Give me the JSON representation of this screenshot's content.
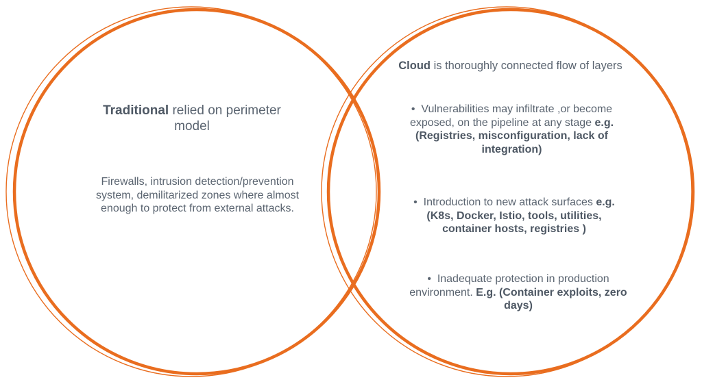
{
  "colors": {
    "ring": "#e96d1f",
    "text": "#5a6470",
    "background": "#ffffff"
  },
  "left": {
    "heading_bold": "Traditional",
    "heading_rest": " relied on perimeter model",
    "body": "Firewalls, intrusion detection/prevention system, demilitarized zones where almost enough to protect from external attacks."
  },
  "right": {
    "heading_bold": "Cloud",
    "heading_rest": " is thoroughly connected flow of layers",
    "bullet_glyph": "•",
    "bullets": [
      {
        "text": "Vulnerabilities may infiltrate ,or become exposed, on the pipeline at any stage ",
        "bold": "e.g. (Registries, misconfiguration, lack of integration)"
      },
      {
        "text": "Introduction to new attack surfaces ",
        "bold": "e.g. (K8s, Docker, Istio, tools, utilities, container hosts, registries )"
      },
      {
        "text": "Inadequate protection in production environment. ",
        "bold": "E.g. (Container exploits, zero days)"
      }
    ]
  }
}
